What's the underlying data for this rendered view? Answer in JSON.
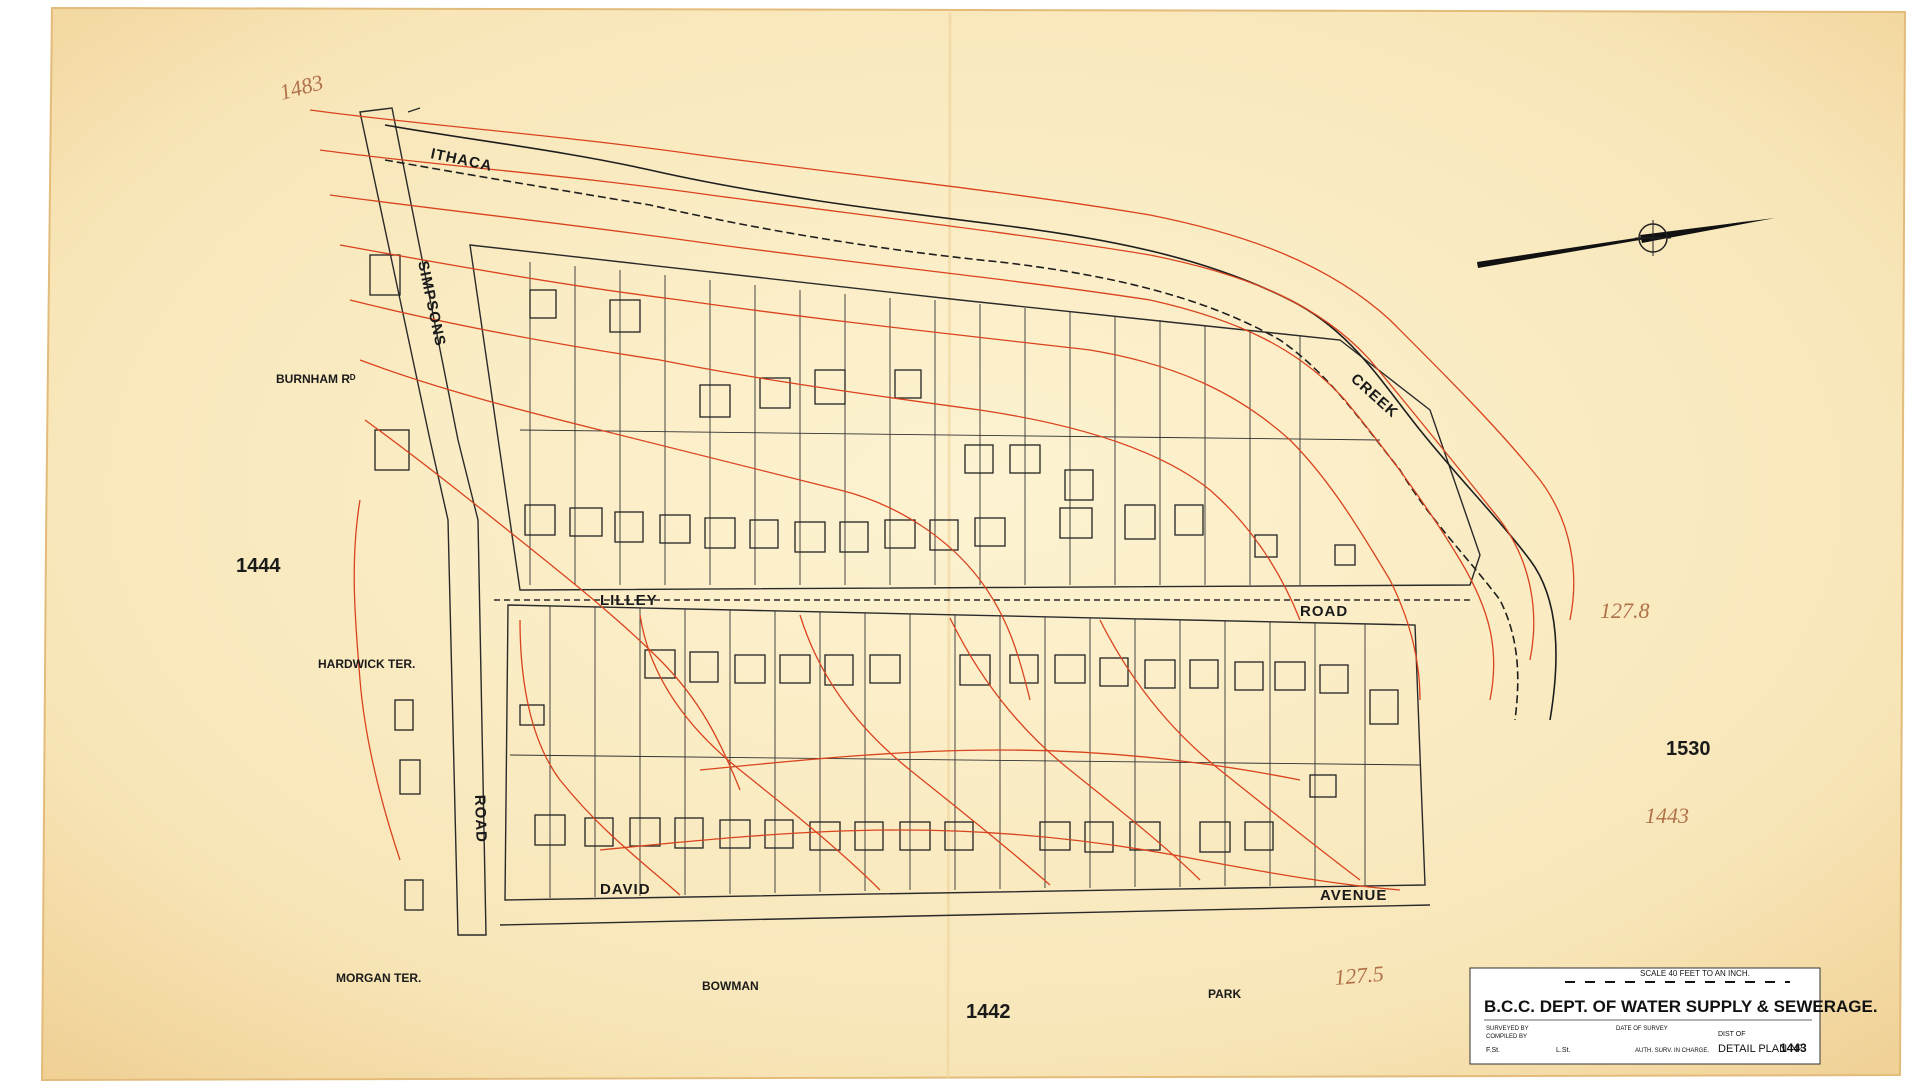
{
  "colors": {
    "paper": "#fbeec5",
    "paper_edge": "#ecc98e",
    "ink": "#1a1a1a",
    "contour": "#d9431e",
    "pencil": "#b07048"
  },
  "streets": {
    "ithaca": "ITHACA",
    "creek": "CREEK",
    "simpsons": "SIMPSONS",
    "road_vertical": "ROAD",
    "burnham": "BURNHAM Rᴰ",
    "hardwick": "HARDWICK TER.",
    "morgan": "MORGAN TER.",
    "lilley": "LILLEY",
    "lilley_road": "ROAD",
    "david": "DAVID",
    "avenue": "AVENUE",
    "bowman": "BOWMAN",
    "park": "PARK"
  },
  "adjacent_sheets": {
    "west": "1444",
    "east": "1530",
    "south": "1442"
  },
  "pencil_notes": {
    "top_left": "1483",
    "right_level": "127.8",
    "right_sheet": "1443",
    "bottom_level": "127.5"
  },
  "title_block": {
    "scale": "SCALE 40 FEET TO AN INCH.",
    "title": "B.C.C. DEPT. OF WATER SUPPLY & SEWERAGE.",
    "surveyed_by": "SURVEYED BY",
    "compiled_by": "COMPILED BY",
    "date_of_survey": "DATE OF SURVEY",
    "initials_1": "F.St.",
    "initials_2": "L.St.",
    "auth_surv": "AUTH. SURV. IN CHARGE.",
    "dist_of": "DIST OF",
    "plan_label": "DETAIL PLAN Nº",
    "plan_number": "1443"
  }
}
